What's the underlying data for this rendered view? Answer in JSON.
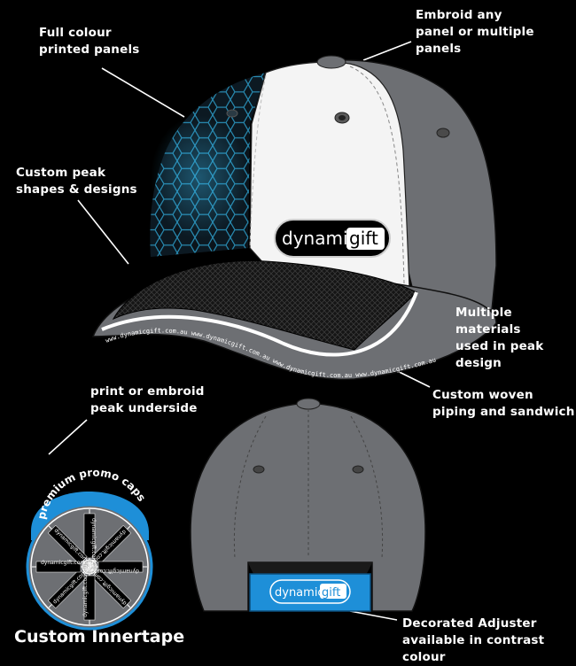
{
  "callouts": {
    "full_colour": [
      "Full colour",
      "printed panels"
    ],
    "embroid": [
      "Embroid any",
      "panel or multiple panels"
    ],
    "peak_shapes": [
      "Custom peak",
      "shapes & designs"
    ],
    "materials": [
      "Multiple materials",
      "used in peak design"
    ],
    "woven": [
      "Custom woven",
      "piping and sandwich"
    ],
    "underside": [
      "print or embroid",
      "peak underside"
    ],
    "adjuster": [
      "Decorated Adjuster",
      "available in contrast colour"
    ]
  },
  "innertape_title": "Custom Innertape",
  "brand": {
    "part1": "dynamic",
    "part2": "gift"
  },
  "peak_underside_text": "premium promo caps",
  "piping_text": "www.dynamicgift.com.au www.dynamicgift.com.au www.dynamicgift.com.au www.dynamicgift.com.au",
  "innertape_sector_text": "dynamicgift.com.au",
  "colors": {
    "background": "#000000",
    "cap_grey": "#6d6f73",
    "cap_white": "#f4f4f4",
    "accent_blue": "#1e8fd8",
    "hex_glow": "#3fc8ff"
  }
}
